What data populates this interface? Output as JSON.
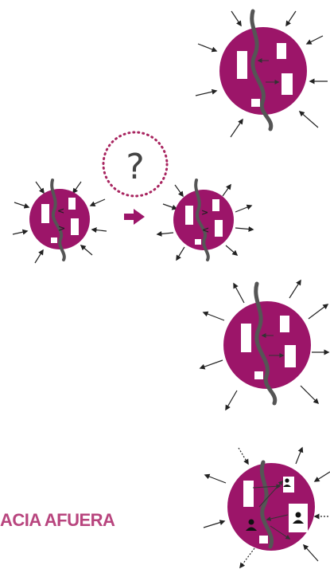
{
  "question_mark": "?",
  "caption": "ACIA AFUERA",
  "colors": {
    "cell": "#9c1569",
    "caption": "#b8457e",
    "question_ring": "#a8245f",
    "arrow": "#222222",
    "strand": "#555555",
    "transition_arrow": "#9c1569",
    "block": "#ffffff"
  },
  "icons": [
    "cell-diagram",
    "person-icon",
    "right-arrow-icon",
    "question-bubble"
  ]
}
